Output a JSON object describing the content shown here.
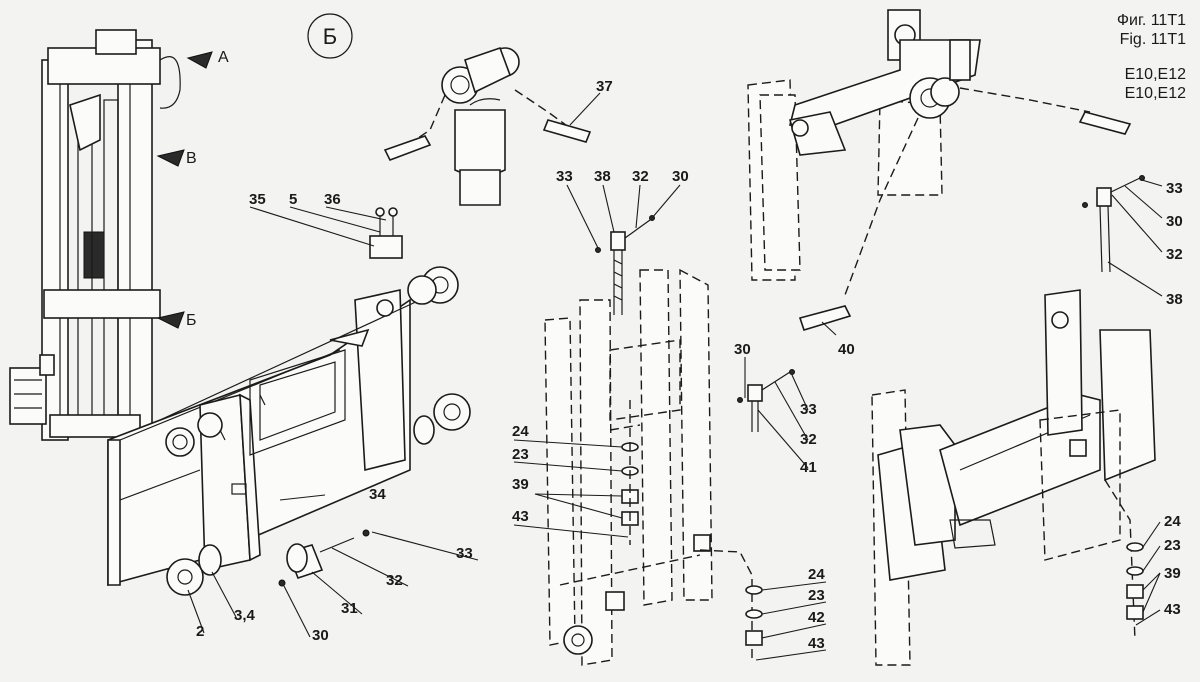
{
  "header": {
    "fig_ru": "Фиг. 11T1",
    "fig_en": "Fig. 11T1",
    "model_ru": "E10,E12",
    "model_en": "E10,E12"
  },
  "view_marker": "Б",
  "mast_arrows": [
    "A",
    "B",
    "Б"
  ],
  "callouts": {
    "carriage": [
      "35",
      "5",
      "36",
      "34",
      "33",
      "32",
      "31",
      "30",
      "2",
      "3,4"
    ],
    "top_center": [
      "37"
    ],
    "center_column": [
      "33",
      "38",
      "32",
      "30",
      "24",
      "23",
      "39",
      "43"
    ],
    "center_bolt": [
      "30",
      "33",
      "32",
      "41"
    ],
    "center_bottom": [
      "24",
      "23",
      "42",
      "43"
    ],
    "right_top": [
      "33",
      "30",
      "32",
      "38"
    ],
    "right_mid": [
      "40"
    ],
    "right_bottom": [
      "24",
      "23",
      "39",
      "43"
    ]
  }
}
